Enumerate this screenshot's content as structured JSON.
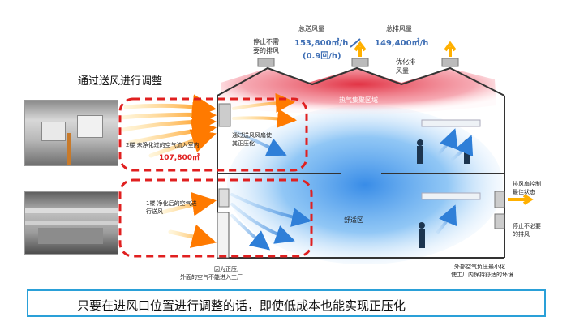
{
  "title": "通过送风进行调整",
  "labels": {
    "stop_exhaust": [
      "停止不需",
      "要的排风"
    ],
    "total_supply": "总送风量",
    "total_supply_value": "153,800㎥/h",
    "total_supply_rate": "(0.9回/h)",
    "total_exhaust": "总排风量",
    "total_exhaust_value": "149,400㎥/h",
    "optimize_exhaust": [
      "优化排",
      "风量"
    ],
    "hot_zone": "热气集聚区域",
    "upper_note": "2楼 未净化过的空气流入室内",
    "upper_value": "107,800㎥",
    "upper_pressure": [
      "通过送风风扇使",
      "其正压化"
    ],
    "lower_note": [
      "1楼 净化后的空气进",
      "行送风"
    ],
    "comfort_zone": "舒适区",
    "exhaust_control": [
      "排风扇控制",
      "最佳状态"
    ],
    "stop_unneeded": [
      "停止不必要",
      "的排风"
    ],
    "positive_note": [
      "因为正压,",
      "外面的空气不能进入工厂"
    ],
    "negative_note": [
      "外部空气负压最小化",
      "使工厂内保持舒适的环境"
    ]
  },
  "banner": "只要在进风口位置进行调整的话，即使低成本也能实现正压化",
  "colors": {
    "accent_red": "#e02020",
    "value_blue": "#3f6fb5",
    "banner_border": "#2aa0d8",
    "comfort_blue": "#5aa8ee",
    "hot_red": "#e8404a"
  }
}
